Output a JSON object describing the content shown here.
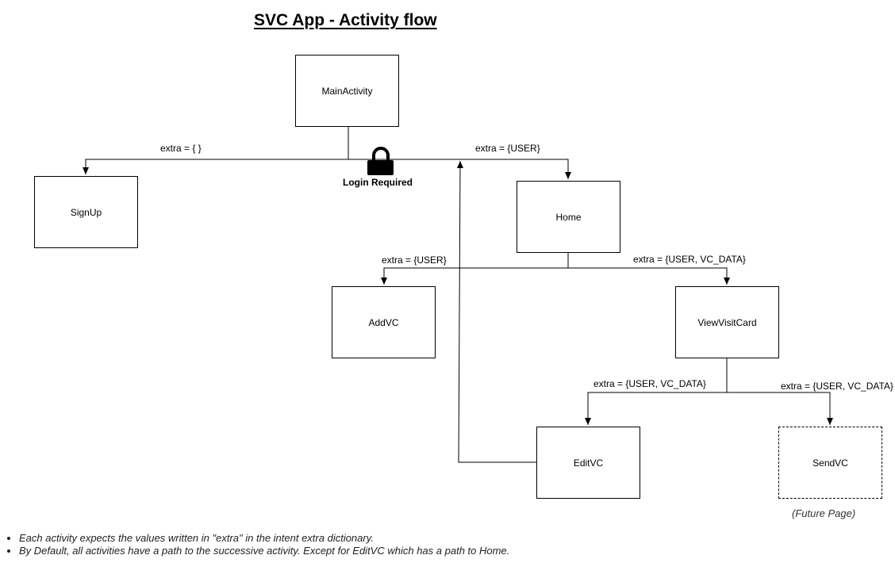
{
  "title": "SVC App - Activity flow",
  "nodes": {
    "main_activity": "MainActivity",
    "signup": "SignUp",
    "home": "Home",
    "add_vc": "AddVC",
    "view_visit_card": "ViewVisitCard",
    "edit_vc": "EditVC",
    "send_vc": "SendVC"
  },
  "edge_labels": {
    "main_to_signup": "extra = {  }",
    "main_to_home": "extra = {USER}",
    "home_to_addvc": "extra = {USER}",
    "home_to_view": "extra = {USER, VC_DATA}",
    "view_to_edit": "extra = {USER, VC_DATA}",
    "view_to_send": "extra = {USER, VC_DATA}"
  },
  "lock": {
    "icon": "lock-icon",
    "label": "Login Required"
  },
  "send_vc_note": "(Future Page)",
  "notes": [
    "Each activity expects the values written in \"extra\" in the intent extra dictionary.",
    "By Default, all activities have a path to the successive activity. Except for EditVC which has a path to Home."
  ]
}
